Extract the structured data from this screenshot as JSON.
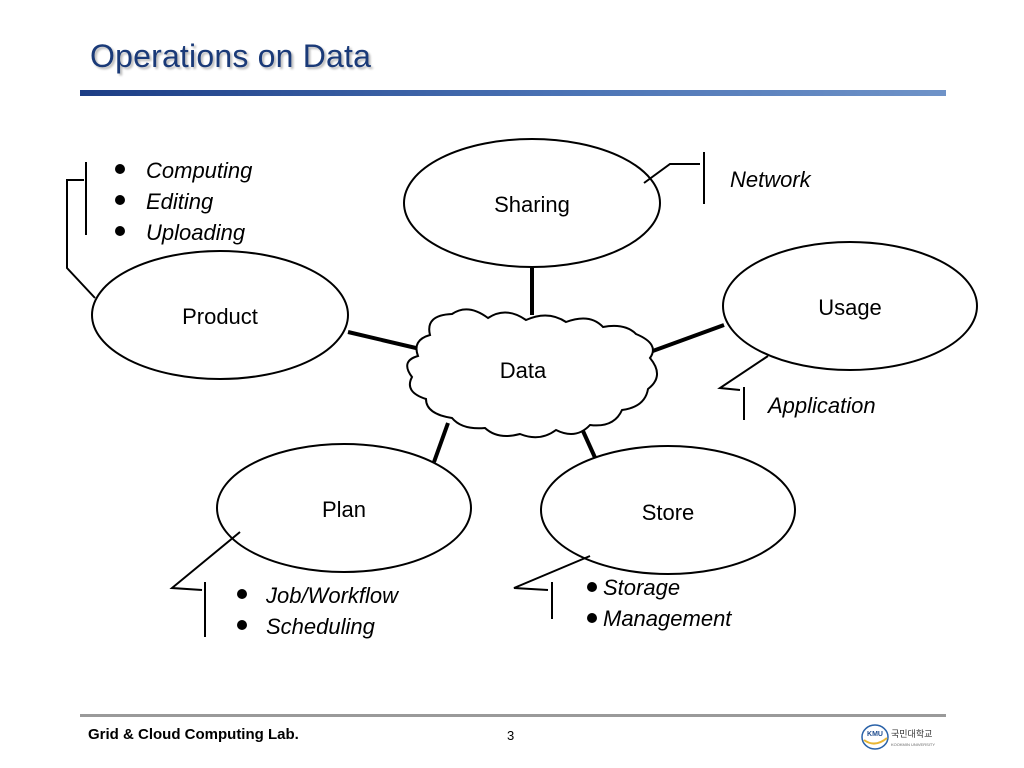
{
  "title": "Operations on Data",
  "center": {
    "label": "Data"
  },
  "nodes": {
    "sharing": {
      "label": "Sharing"
    },
    "product": {
      "label": "Product"
    },
    "usage": {
      "label": "Usage"
    },
    "plan": {
      "label": "Plan"
    },
    "store": {
      "label": "Store"
    }
  },
  "callouts": {
    "product": [
      "Computing",
      "Editing",
      "Uploading"
    ],
    "sharing": [
      "Network"
    ],
    "usage": [
      "Application"
    ],
    "plan": [
      "Job/Workflow",
      "Scheduling"
    ],
    "store": [
      "Storage",
      "Management"
    ]
  },
  "footer": {
    "lab": "Grid & Cloud Computing Lab.",
    "page": "3",
    "logo_text": "KMU",
    "logo_korean": "국민대학교",
    "logo_english": "KOOKMIN UNIVERSITY"
  }
}
